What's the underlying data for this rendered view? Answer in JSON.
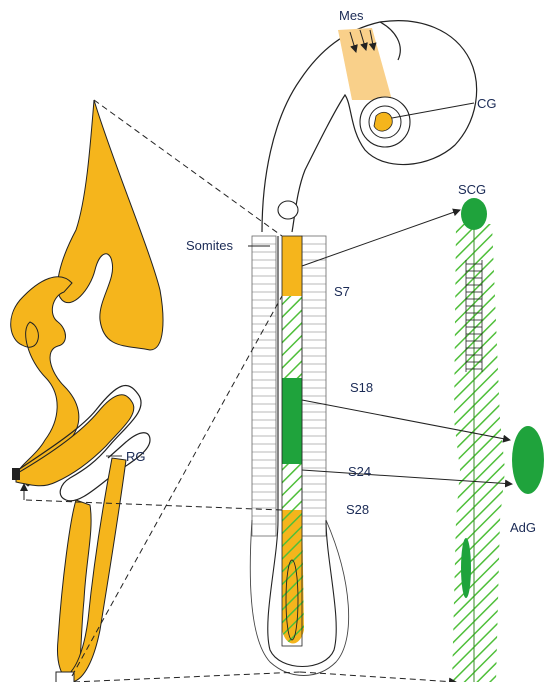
{
  "labels": {
    "mes": "Mes",
    "cg": "CG",
    "scg": "SCG",
    "somites": "Somites",
    "s7": "S7",
    "s18": "S18",
    "s24": "S24",
    "s28": "S28",
    "rg": "RG",
    "adg": "AdG"
  },
  "colors": {
    "outline": "#222222",
    "orange": "#f5b51c",
    "light_orange": "#f9d08a",
    "green": "#1fa33c",
    "hatch": "#4fbf3a",
    "label": "#1a2a55"
  }
}
